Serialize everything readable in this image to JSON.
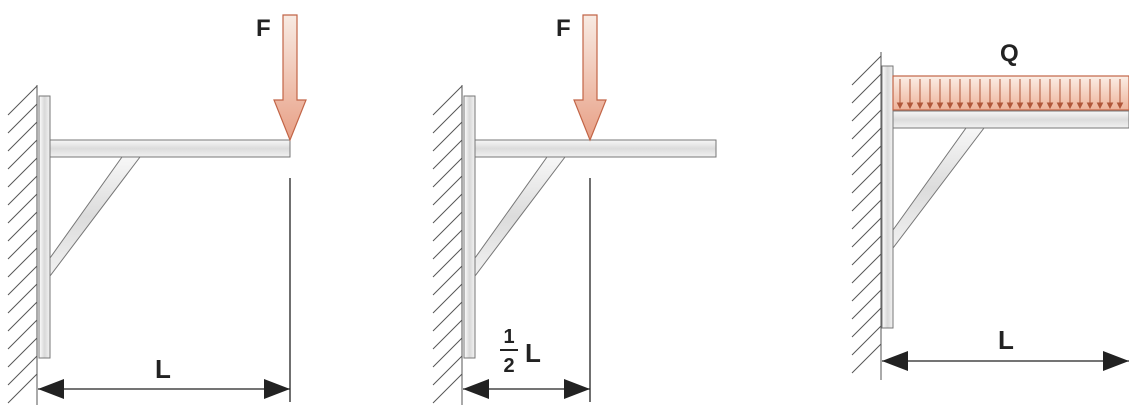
{
  "diagrams": [
    {
      "load_label": "F",
      "dim_label": "L"
    },
    {
      "load_label": "F",
      "dim_frac_num": "1",
      "dim_frac_den": "2",
      "dim_label": "L"
    },
    {
      "load_label": "Q",
      "dim_label": "L"
    }
  ],
  "colors": {
    "load_fill_top": "#f7e6dc",
    "load_fill_bottom": "#e9a78e",
    "load_stroke": "#c0583a",
    "beam_fill": "#e6e6e6",
    "beam_stroke": "#7a7a7a",
    "wall_plate": "#ededed",
    "hatch": "#555555",
    "dim_line": "#222222"
  }
}
